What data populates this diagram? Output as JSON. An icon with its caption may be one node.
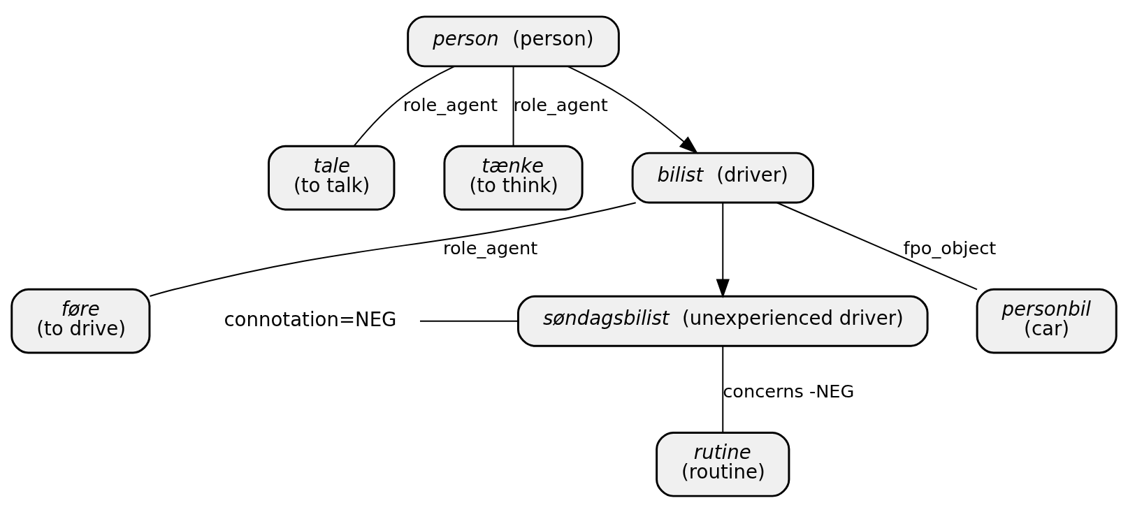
{
  "diagram": {
    "nodes": [
      {
        "text": [
          "*person* (person)"
        ]
      },
      {
        "text": [
          "tale",
          "(to talk)"
        ]
      },
      {
        "text": [
          "tænke",
          "(to think)"
        ]
      },
      {
        "text": [
          "*bilist* (driver)"
        ]
      },
      {
        "text": [
          "føre",
          "(to drive)"
        ]
      },
      {
        "text": [
          "*søndagsbilist* (unexperienced driver)"
        ]
      },
      {
        "text": [
          "connotation=NEG"
        ]
      },
      {
        "text": [
          "rutine",
          "(routine)"
        ]
      },
      {
        "text": [
          "personbil",
          "(car)"
        ]
      }
    ],
    "edges": [
      {
        "from": 0,
        "to": 3,
        "arrow": "to"
      },
      {
        "from": 3,
        "to": 5,
        "arrow": "to"
      },
      {
        "from": 0,
        "to": 1,
        "arrow": "none",
        "label": "role_agent"
      },
      {
        "from": 0,
        "to": 2,
        "arrow": "none",
        "label": "role_agent"
      },
      {
        "from": 3,
        "to": 4,
        "arrow": "none",
        "label": "role_agent"
      },
      {
        "from": 3,
        "to": 8,
        "arrow": "none",
        "label": "fpo_object"
      },
      {
        "from": 6,
        "to": 5,
        "arrow": "none"
      },
      {
        "from": 5,
        "to": 7,
        "arrow": "none",
        "label": "concerns -NEG"
      }
    ]
  }
}
